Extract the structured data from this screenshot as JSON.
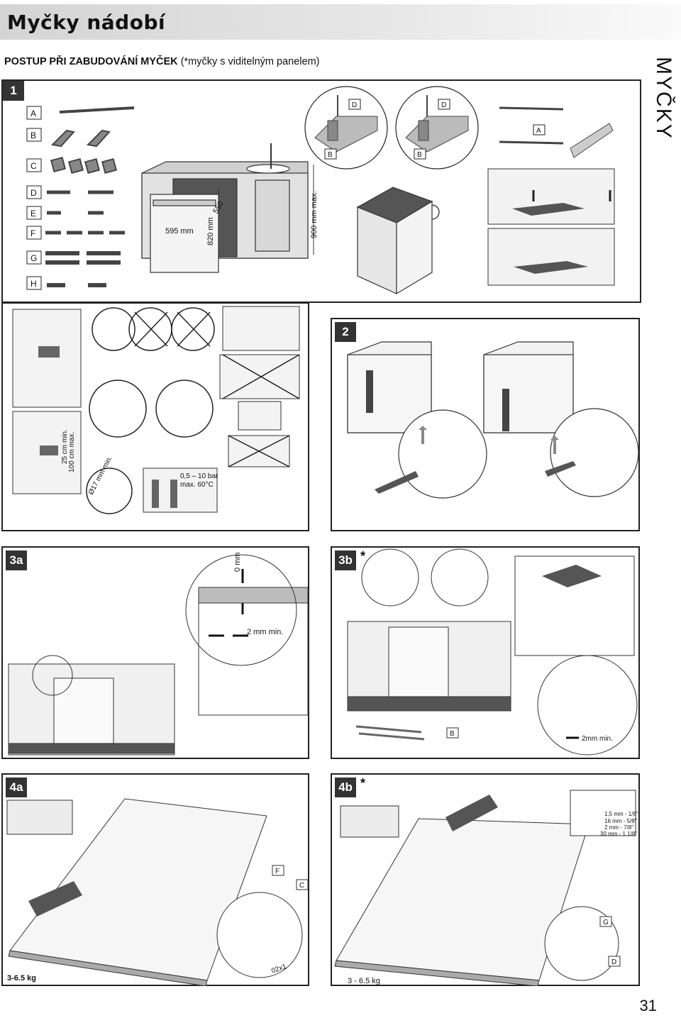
{
  "header": {
    "title": "Myčky nádobí"
  },
  "subtitle": {
    "bold": "POSTUP PŘI ZABUDOVÁNÍ MYČEK",
    "normal": "(*myčky s viditelným panelem)"
  },
  "side_label": "MYČKY",
  "panels": {
    "p1": {
      "badge": "1",
      "parts": [
        "A",
        "B",
        "C",
        "D",
        "E",
        "F",
        "G",
        "H"
      ],
      "dim_width": "595 mm",
      "dim_height": "820 mm",
      "dim_depth": "550",
      "dim_max": "900 mm max.",
      "callout_labels": [
        "D",
        "B",
        "D",
        "B",
        "A"
      ]
    },
    "p_water": {
      "drain_min": "25 cm min.",
      "drain_max": "100 cm max.",
      "hose_dia": "Ø17 mm min.",
      "pressure": "0,5 – 10 bar",
      "temp": "max. 60°C"
    },
    "p2": {
      "badge": "2"
    },
    "p3a": {
      "badge": "3a",
      "gap_top": "0 mm",
      "gap_side": "2 mm min."
    },
    "p3b": {
      "badge": "3b",
      "star": "*",
      "part": "B",
      "gap": "2mm min."
    },
    "p4a": {
      "badge": "4a",
      "weight": "3-6.5 kg",
      "parts": [
        "F",
        "C"
      ],
      "stamp": "02x1"
    },
    "p4b": {
      "badge": "4b",
      "star": "*",
      "weight": "3 - 6.5 kg",
      "parts": [
        "G",
        "D"
      ],
      "scale": [
        "1,5 mm - 1/8\"",
        "16 mm - 5/8\"",
        "2 mm - 7/8\"",
        "30 mm - 1 1/8\""
      ]
    }
  },
  "page_number": "31"
}
